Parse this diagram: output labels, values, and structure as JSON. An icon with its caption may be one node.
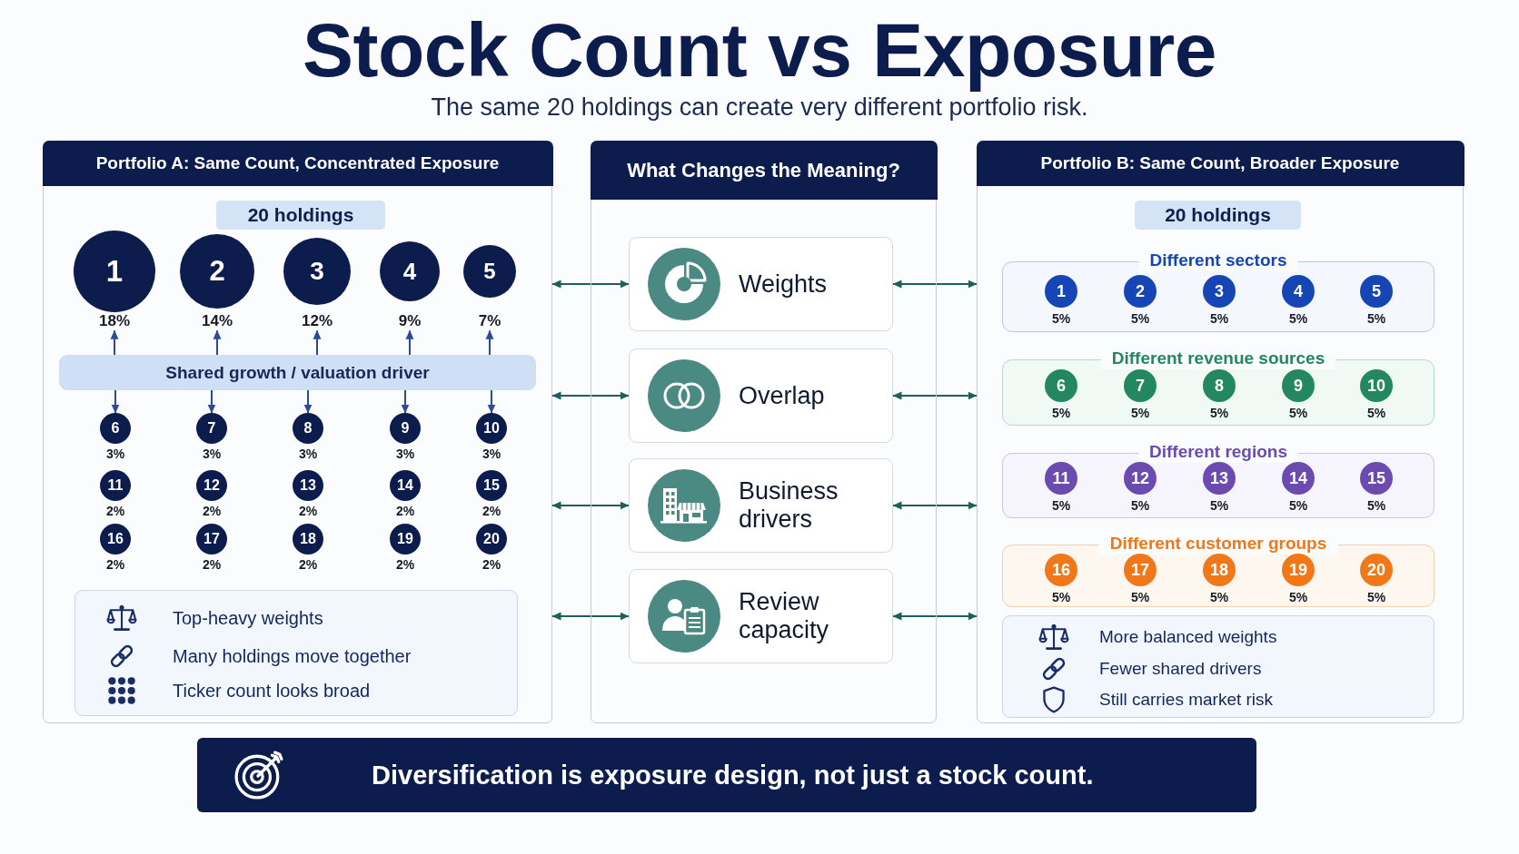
{
  "diagram": {
    "title": "Stock Count vs Exposure",
    "nodes": [
      {
        "text": [
          "Portfolio A: Same Count, Concentrated Exposure"
        ]
      },
      {
        "text": [
          "20 holdings"
        ],
        "in": 0
      },
      {
        "text": [
          "1"
        ],
        "beside": [
          "18%"
        ],
        "in": 0
      },
      {
        "text": [
          "2"
        ],
        "beside": [
          "14%"
        ],
        "in": 0
      },
      {
        "text": [
          "3"
        ],
        "beside": [
          "12%"
        ],
        "in": 0
      },
      {
        "text": [
          "4"
        ],
        "beside": [
          "9%"
        ],
        "in": 0
      },
      {
        "text": [
          "5"
        ],
        "beside": [
          "7%"
        ],
        "in": 0
      },
      {
        "text": [
          "Shared growth / valuation driver"
        ],
        "in": 0
      },
      {
        "text": [
          "6"
        ],
        "beside": [
          "3%"
        ],
        "in": 0
      },
      {
        "text": [
          "7"
        ],
        "beside": [
          "3%"
        ],
        "in": 0
      },
      {
        "text": [
          "8"
        ],
        "beside": [
          "3%"
        ],
        "in": 0
      },
      {
        "text": [
          "9"
        ],
        "beside": [
          "3%"
        ],
        "in": 0
      },
      {
        "text": [
          "10"
        ],
        "beside": [
          "3%"
        ],
        "in": 0
      },
      {
        "text": [
          "11"
        ],
        "beside": [
          "2%"
        ],
        "in": 0
      },
      {
        "text": [
          "12"
        ],
        "beside": [
          "2%"
        ],
        "in": 0
      },
      {
        "text": [
          "13"
        ],
        "beside": [
          "2%"
        ],
        "in": 0
      },
      {
        "text": [
          "14"
        ],
        "beside": [
          "2%"
        ],
        "in": 0
      },
      {
        "text": [
          "15"
        ],
        "beside": [
          "2%"
        ],
        "in": 0
      },
      {
        "text": [
          "16"
        ],
        "beside": [
          "2%"
        ],
        "in": 0
      },
      {
        "text": [
          "17"
        ],
        "beside": [
          "2%"
        ],
        "in": 0
      },
      {
        "text": [
          "18"
        ],
        "beside": [
          "2%"
        ],
        "in": 0
      },
      {
        "text": [
          "19"
        ],
        "beside": [
          "2%"
        ],
        "in": 0
      },
      {
        "text": [
          "20"
        ],
        "beside": [
          "2%"
        ],
        "in": 0
      },
      {
        "text": [
          "Top-heavy weights",
          "Many holdings move together",
          "Ticker count looks broad"
        ],
        "in": 0
      },
      {
        "text": [
          "What Changes the Meaning?"
        ]
      },
      {
        "text": [
          "Weights"
        ],
        "in": 24
      },
      {
        "text": [
          "Overlap"
        ],
        "in": 24
      },
      {
        "text": [
          "Business drivers"
        ],
        "in": 24
      },
      {
        "text": [
          "Review capacity"
        ],
        "in": 24
      },
      {
        "text": [
          "Portfolio B: Same Count, Broader Exposure"
        ]
      },
      {
        "text": [
          "20 holdings"
        ],
        "in": 29
      },
      {
        "text": [
          "Different sectors"
        ],
        "in": 29
      },
      {
        "text": [
          "1"
        ],
        "beside": [
          "5%"
        ],
        "in": 31
      },
      {
        "text": [
          "2"
        ],
        "beside": [
          "5%"
        ],
        "in": 31
      },
      {
        "text": [
          "3"
        ],
        "beside": [
          "5%"
        ],
        "in": 31
      },
      {
        "text": [
          "4"
        ],
        "beside": [
          "5%"
        ],
        "in": 31
      },
      {
        "text": [
          "5"
        ],
        "beside": [
          "5%"
        ],
        "in": 31
      },
      {
        "text": [
          "Different revenue sources"
        ],
        "in": 29
      },
      {
        "text": [
          "6"
        ],
        "beside": [
          "5%"
        ],
        "in": 37
      },
      {
        "text": [
          "7"
        ],
        "beside": [
          "5%"
        ],
        "in": 37
      },
      {
        "text": [
          "8"
        ],
        "beside": [
          "5%"
        ],
        "in": 37
      },
      {
        "text": [
          "9"
        ],
        "beside": [
          "5%"
        ],
        "in": 37
      },
      {
        "text": [
          "10"
        ],
        "beside": [
          "5%"
        ],
        "in": 37
      },
      {
        "text": [
          "Different regions"
        ],
        "in": 29
      },
      {
        "text": [
          "11"
        ],
        "beside": [
          "5%"
        ],
        "in": 43
      },
      {
        "text": [
          "12"
        ],
        "beside": [
          "5%"
        ],
        "in": 43
      },
      {
        "text": [
          "13"
        ],
        "beside": [
          "5%"
        ],
        "in": 43
      },
      {
        "text": [
          "14"
        ],
        "beside": [
          "5%"
        ],
        "in": 43
      },
      {
        "text": [
          "15"
        ],
        "beside": [
          "5%"
        ],
        "in": 43
      },
      {
        "text": [
          "Different customer groups"
        ],
        "in": 29
      },
      {
        "text": [
          "16"
        ],
        "beside": [
          "5%"
        ],
        "in": 49
      },
      {
        "text": [
          "17"
        ],
        "beside": [
          "5%"
        ],
        "in": 49
      },
      {
        "text": [
          "18"
        ],
        "beside": [
          "5%"
        ],
        "in": 49
      },
      {
        "text": [
          "19"
        ],
        "beside": [
          "5%"
        ],
        "in": 49
      },
      {
        "text": [
          "20"
        ],
        "beside": [
          "5%"
        ],
        "in": 49
      },
      {
        "text": [
          "More balanced weights",
          "Fewer shared drivers",
          "Still carries market risk"
        ],
        "in": 29
      },
      {
        "text": [
          "Diversification is exposure design, not just a stock count."
        ]
      }
    ],
    "edges": [
      {
        "from": 7,
        "to": 2,
        "arrow": "to"
      },
      {
        "from": 7,
        "to": 3,
        "arrow": "to"
      },
      {
        "from": 7,
        "to": 4,
        "arrow": "to"
      },
      {
        "from": 7,
        "to": 5,
        "arrow": "to"
      },
      {
        "from": 7,
        "to": 6,
        "arrow": "to"
      },
      {
        "from": 7,
        "to": 8,
        "arrow": "to"
      },
      {
        "from": 7,
        "to": 9,
        "arrow": "to"
      },
      {
        "from": 7,
        "to": 10,
        "arrow": "to"
      },
      {
        "from": 7,
        "to": 11,
        "arrow": "to"
      },
      {
        "from": 7,
        "to": 12,
        "arrow": "to"
      },
      {
        "from": 0,
        "to": 25,
        "arrow": "both",
        "color": "#1d5f5b"
      },
      {
        "from": 0,
        "to": 26,
        "arrow": "both",
        "color": "#1d5f5b"
      },
      {
        "from": 0,
        "to": 27,
        "arrow": "both",
        "color": "#1d5f5b"
      },
      {
        "from": 0,
        "to": 28,
        "arrow": "both",
        "color": "#1d5f5b"
      },
      {
        "from": 25,
        "to": 29,
        "arrow": "both",
        "color": "#1d5f5b"
      },
      {
        "from": 26,
        "to": 29,
        "arrow": "both",
        "color": "#1d5f5b"
      },
      {
        "from": 27,
        "to": 29,
        "arrow": "both",
        "color": "#1d5f5b"
      },
      {
        "from": 28,
        "to": 29,
        "arrow": "both",
        "color": "#1d5f5b"
      }
    ],
    "labels": [
      "The same 20 holdings can create very different portfolio risk."
    ]
  }
}
